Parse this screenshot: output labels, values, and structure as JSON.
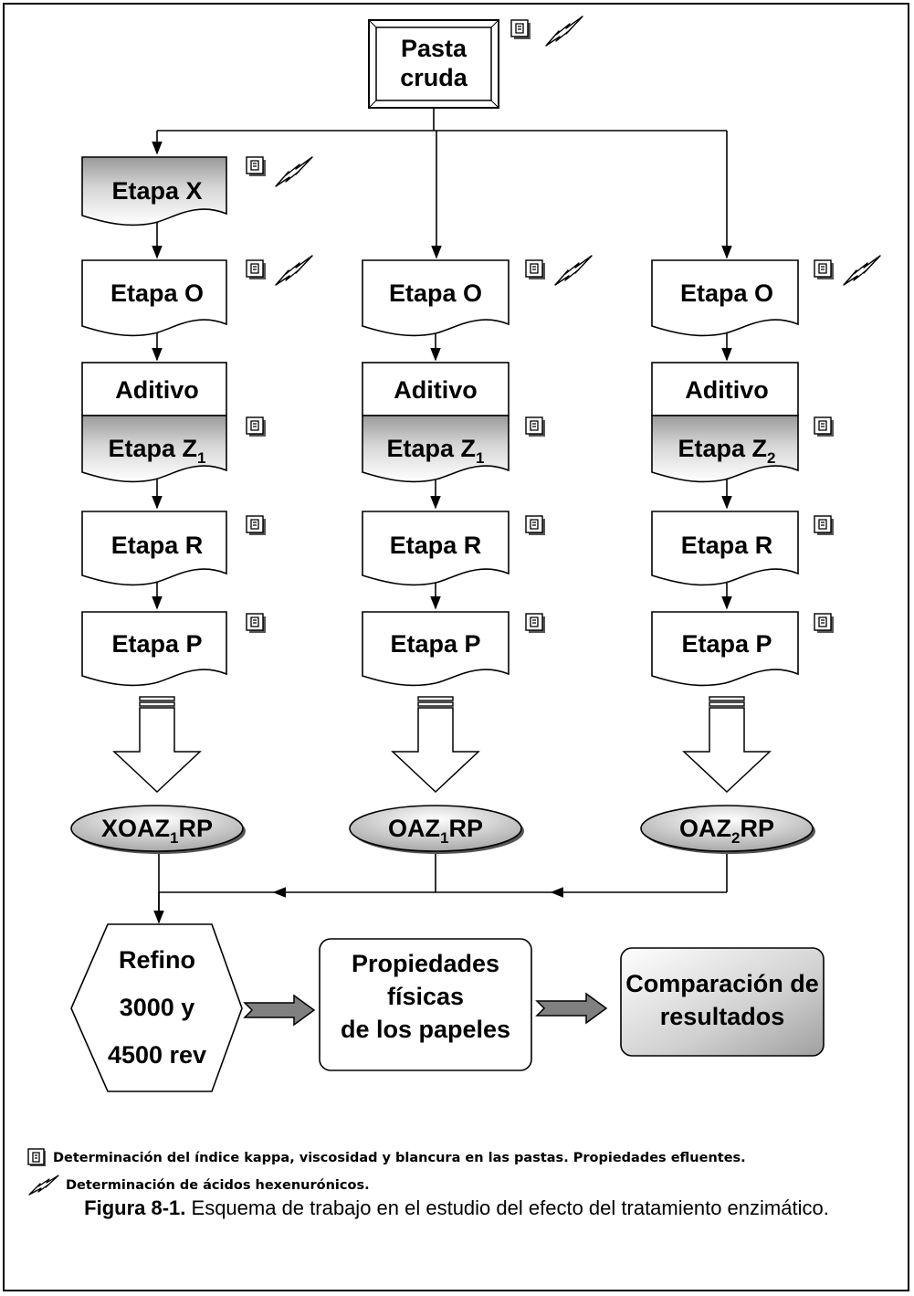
{
  "diagram": {
    "start": "Pasta cruda",
    "columns": [
      {
        "stages": [
          "Etapa X",
          "Etapa O",
          "Aditivo"
        ],
        "z_stage": {
          "base": "Etapa Z",
          "sub": "1"
        },
        "tail_stages": [
          "Etapa R",
          "Etapa P"
        ],
        "result": {
          "pre": "XOAZ",
          "sub": "1",
          "post": "RP"
        }
      },
      {
        "stages": [
          "Etapa O",
          "Aditivo"
        ],
        "z_stage": {
          "base": "Etapa Z",
          "sub": "1"
        },
        "tail_stages": [
          "Etapa R",
          "Etapa P"
        ],
        "result": {
          "pre": "OAZ",
          "sub": "1",
          "post": "RP"
        }
      },
      {
        "stages": [
          "Etapa O",
          "Aditivo"
        ],
        "z_stage": {
          "base": "Etapa Z",
          "sub": "2"
        },
        "tail_stages": [
          "Etapa R",
          "Etapa P"
        ],
        "result": {
          "pre": "OAZ",
          "sub": "2",
          "post": "RP"
        }
      }
    ],
    "final_steps": {
      "refino": [
        "Refino",
        "3000 y",
        "4500 rev"
      ],
      "propiedades": [
        "Propiedades",
        "físicas",
        "de los papeles"
      ],
      "comparacion": [
        "Comparación de",
        "resultados"
      ]
    }
  },
  "legend": {
    "doc_item": "Determinación del índice kappa, viscosidad y blancura en las pastas. Propiedades efluentes.",
    "bolt_item": "Determinación de ácidos hexenurónicos."
  },
  "caption": {
    "label": "Figura 8-1.",
    "text": " Esquema de trabajo en el estudio del efecto del tratamiento enzimático."
  },
  "colors": {
    "shaded_fill": "#c8c8c8",
    "arrow_fill": "#808080",
    "line": "#000000"
  },
  "icons": [
    "doc-icon",
    "lightning-icon"
  ]
}
